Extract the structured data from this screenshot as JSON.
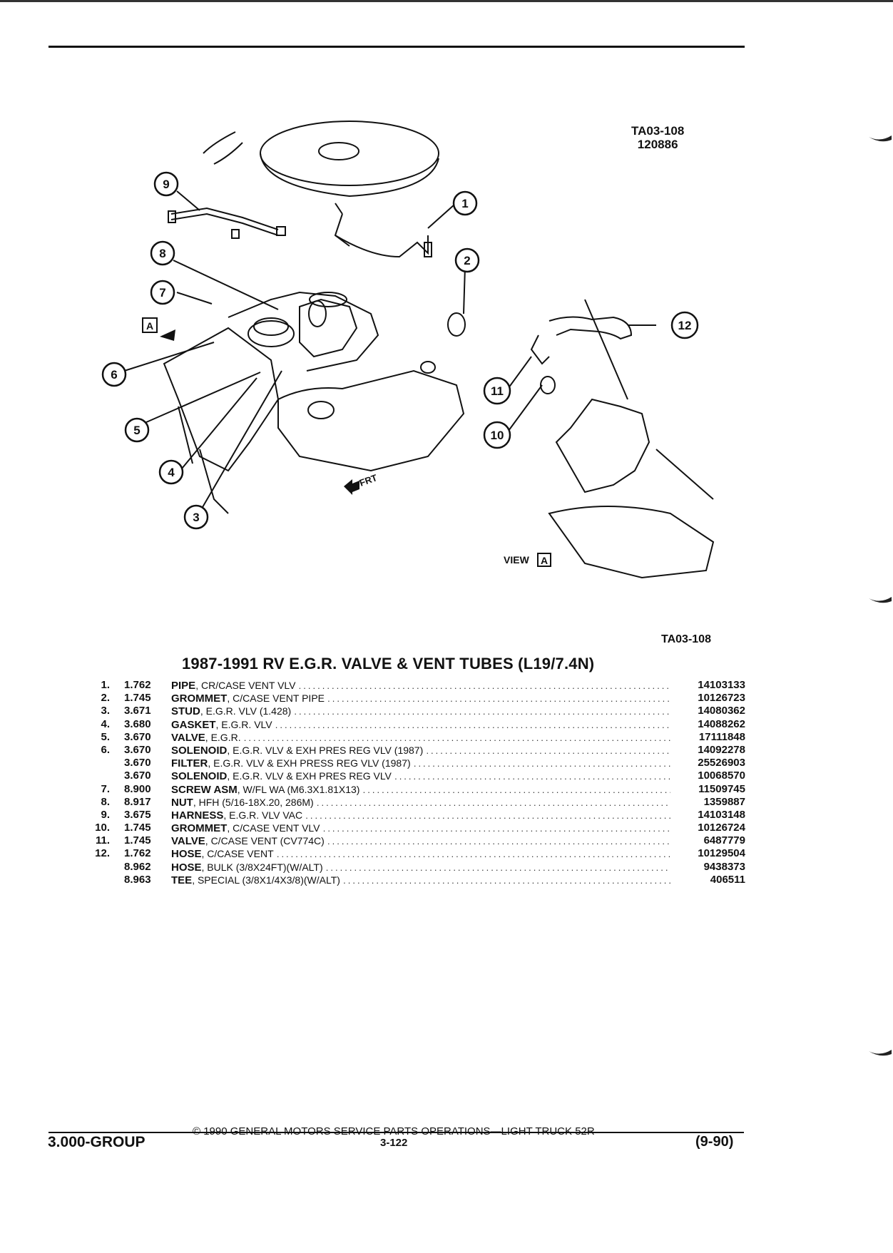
{
  "figure": {
    "id": "TA03-108",
    "date_code": "120886",
    "reference": "TA03-108",
    "callouts": [
      "1",
      "2",
      "3",
      "4",
      "5",
      "6",
      "7",
      "8",
      "9",
      "10",
      "11",
      "12"
    ],
    "view_label": "VIEW",
    "view_letter": "A",
    "front_label": "FRT"
  },
  "section_title": "1987-1991 RV E.G.R. VALVE & VENT TUBES (L19/7.4N)",
  "parts": [
    {
      "num": "1.",
      "code": "1.762",
      "name": "PIPE",
      "detail": ", CR/CASE VENT VLV",
      "part_no": "14103133"
    },
    {
      "num": "2.",
      "code": "1.745",
      "name": "GROMMET",
      "detail": ", C/CASE VENT PIPE",
      "part_no": "10126723"
    },
    {
      "num": "3.",
      "code": "3.671",
      "name": "STUD",
      "detail": ", E.G.R. VLV (1.428)",
      "part_no": "14080362"
    },
    {
      "num": "4.",
      "code": "3.680",
      "name": "GASKET",
      "detail": ", E.G.R. VLV",
      "part_no": "14088262"
    },
    {
      "num": "5.",
      "code": "3.670",
      "name": "VALVE",
      "detail": ", E.G.R.",
      "part_no": "17111848"
    },
    {
      "num": "6.",
      "code": "3.670",
      "name": "SOLENOID",
      "detail": ", E.G.R. VLV & EXH PRES REG VLV (1987)",
      "part_no": "14092278"
    },
    {
      "num": "",
      "code": "3.670",
      "name": "FILTER",
      "detail": ", E.G.R. VLV & EXH PRESS REG VLV (1987)",
      "part_no": "25526903"
    },
    {
      "num": "",
      "code": "3.670",
      "name": "SOLENOID",
      "detail": ", E.G.R. VLV & EXH PRES REG VLV",
      "part_no": "10068570"
    },
    {
      "num": "7.",
      "code": "8.900",
      "name": "SCREW ASM",
      "detail": ", W/FL WA (M6.3X1.81X13)",
      "part_no": "11509745"
    },
    {
      "num": "8.",
      "code": "8.917",
      "name": "NUT",
      "detail": ", HFH (5/16-18X.20, 286M)",
      "part_no": "1359887"
    },
    {
      "num": "9.",
      "code": "3.675",
      "name": "HARNESS",
      "detail": ", E.G.R. VLV VAC",
      "part_no": "14103148"
    },
    {
      "num": "10.",
      "code": "1.745",
      "name": "GROMMET",
      "detail": ", C/CASE VENT VLV",
      "part_no": "10126724"
    },
    {
      "num": "11.",
      "code": "1.745",
      "name": "VALVE",
      "detail": ", C/CASE VENT (CV774C)",
      "part_no": "6487779"
    },
    {
      "num": "12.",
      "code": "1.762",
      "name": "HOSE",
      "detail": ", C/CASE VENT",
      "part_no": "10129504"
    },
    {
      "num": "",
      "code": "8.962",
      "name": "HOSE",
      "detail": ", BULK (3/8X24FT)(W/ALT)",
      "part_no": "9438373"
    },
    {
      "num": "",
      "code": "8.963",
      "name": "TEE",
      "detail": ", SPECIAL (3/8X1/4X3/8)(W/ALT)",
      "part_no": "406511"
    }
  ],
  "footer": {
    "copyright": "© 1990 GENERAL MOTORS SERVICE PARTS OPERATIONS—LIGHT TRUCK 52R",
    "group": "3.000-GROUP",
    "page_number": "3-122",
    "revision": "(9-90)"
  }
}
